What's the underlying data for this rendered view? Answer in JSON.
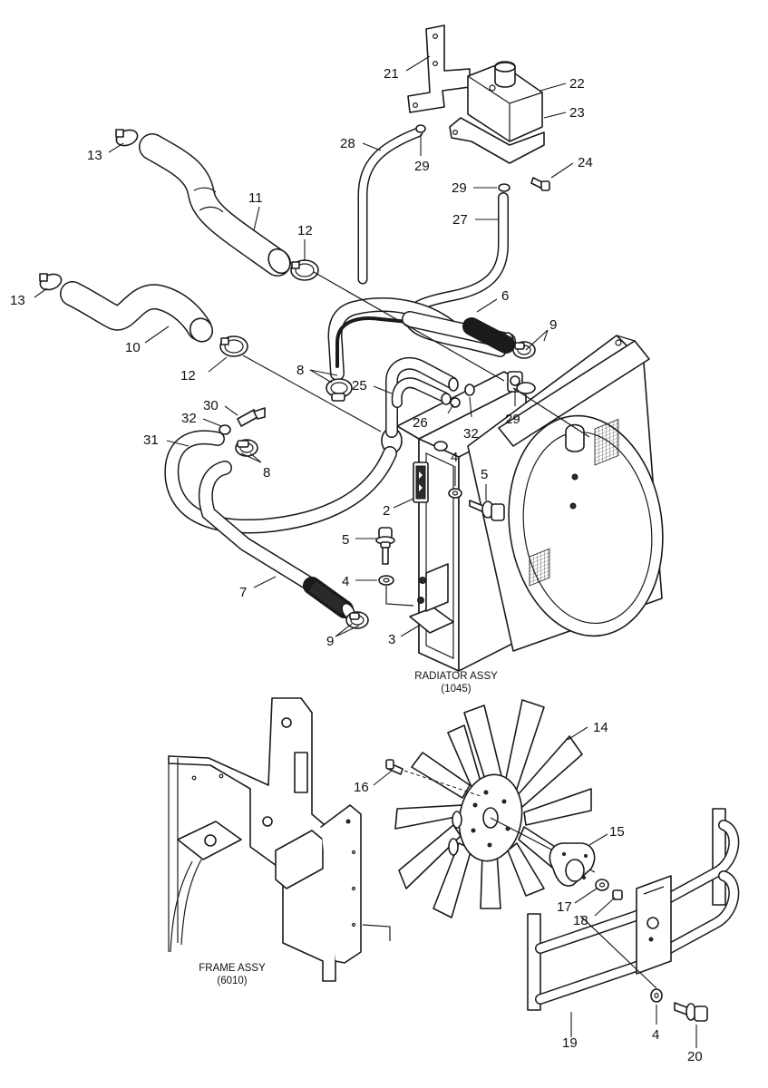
{
  "diagram": {
    "colors": {
      "line": "#1a1a1a",
      "background": "#ffffff",
      "text": "#111111"
    },
    "assemblies": {
      "radiator": {
        "name": "RADIATOR ASSY",
        "code": "(1045)"
      },
      "frame": {
        "name": "FRAME ASSY",
        "code": "(6010)"
      }
    },
    "callouts": [
      {
        "id": "c21",
        "label": "21"
      },
      {
        "id": "c22",
        "label": "22"
      },
      {
        "id": "c23",
        "label": "23"
      },
      {
        "id": "c24",
        "label": "24"
      },
      {
        "id": "c28",
        "label": "28"
      },
      {
        "id": "c29a",
        "label": "29"
      },
      {
        "id": "c29b",
        "label": "29"
      },
      {
        "id": "c27",
        "label": "27"
      },
      {
        "id": "c13a",
        "label": "13"
      },
      {
        "id": "c11",
        "label": "11"
      },
      {
        "id": "c12a",
        "label": "12"
      },
      {
        "id": "c13b",
        "label": "13"
      },
      {
        "id": "c10",
        "label": "10"
      },
      {
        "id": "c6",
        "label": "6"
      },
      {
        "id": "c9a",
        "label": "9"
      },
      {
        "id": "c12b",
        "label": "12"
      },
      {
        "id": "c8a",
        "label": "8"
      },
      {
        "id": "c25",
        "label": "25"
      },
      {
        "id": "c30",
        "label": "30"
      },
      {
        "id": "c32a",
        "label": "32"
      },
      {
        "id": "c26",
        "label": "26"
      },
      {
        "id": "c32b",
        "label": "32"
      },
      {
        "id": "c29c",
        "label": "29"
      },
      {
        "id": "c31",
        "label": "31"
      },
      {
        "id": "c8b",
        "label": "8"
      },
      {
        "id": "c4a",
        "label": "4"
      },
      {
        "id": "c5a",
        "label": "5"
      },
      {
        "id": "c2",
        "label": "2"
      },
      {
        "id": "c5b",
        "label": "5"
      },
      {
        "id": "c4b",
        "label": "4"
      },
      {
        "id": "c7",
        "label": "7"
      },
      {
        "id": "c9b",
        "label": "9"
      },
      {
        "id": "c3",
        "label": "3"
      },
      {
        "id": "c14",
        "label": "14"
      },
      {
        "id": "c16",
        "label": "16"
      },
      {
        "id": "c15",
        "label": "15"
      },
      {
        "id": "c17",
        "label": "17"
      },
      {
        "id": "c18",
        "label": "18"
      },
      {
        "id": "c19",
        "label": "19"
      },
      {
        "id": "c4c",
        "label": "4"
      },
      {
        "id": "c20",
        "label": "20"
      }
    ]
  }
}
